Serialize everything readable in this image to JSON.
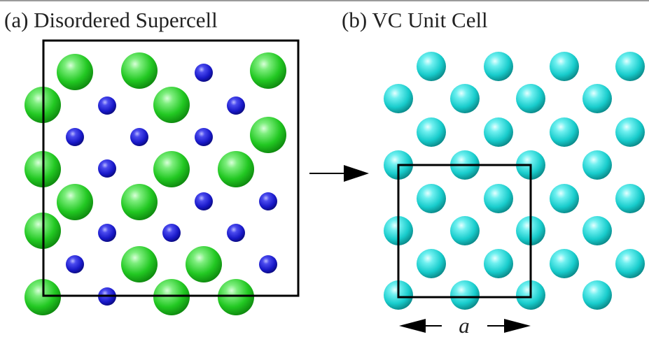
{
  "panel_a": {
    "title": "(a) Disordered Supercell"
  },
  "panel_b": {
    "title": "(b) VC Unit Cell",
    "lattice_label": "a"
  },
  "colors": {
    "large_atom": "#2fd12f",
    "small_atom": "#1f1fd6",
    "vc_atom": "#1fd8d8",
    "outline": "#000000",
    "top_rule": "#9a9a9a"
  }
}
